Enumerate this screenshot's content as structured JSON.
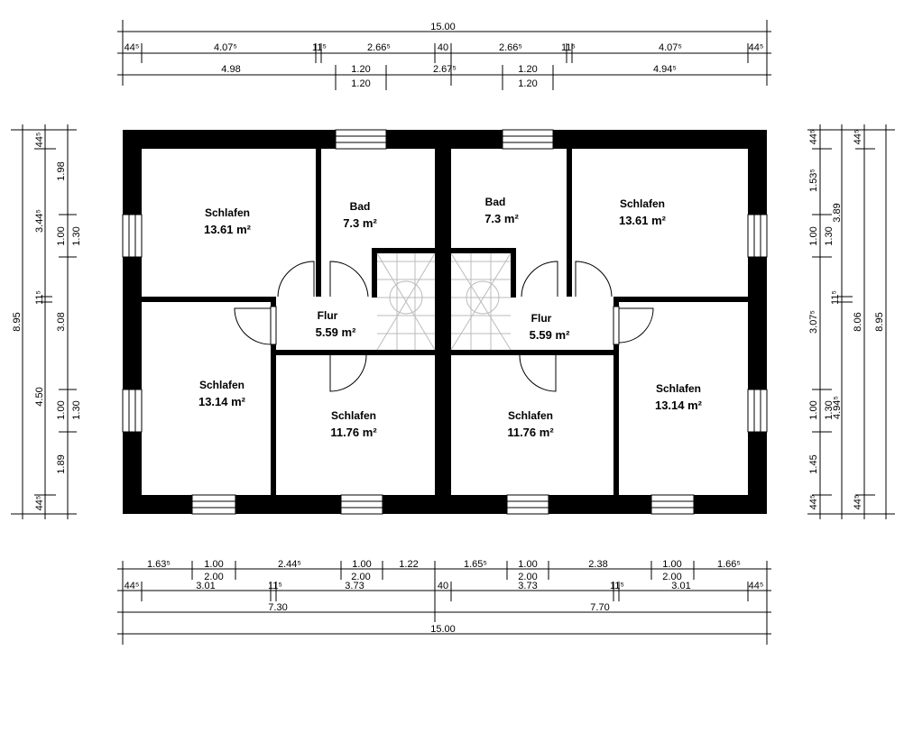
{
  "plan": {
    "rooms": [
      {
        "name": "Schlafen",
        "area": "13.61 m²"
      },
      {
        "name": "Bad",
        "area": "7.3 m²"
      },
      {
        "name": "Bad",
        "area": "7.3 m²"
      },
      {
        "name": "Schlafen",
        "area": "13.61 m²"
      },
      {
        "name": "Flur",
        "area": "5.59 m²"
      },
      {
        "name": "Flur",
        "area": "5.59 m²"
      },
      {
        "name": "Schlafen",
        "area": "13.14 m²"
      },
      {
        "name": "Schlafen",
        "area": "11.76 m²"
      },
      {
        "name": "Schlafen",
        "area": "11.76 m²"
      },
      {
        "name": "Schlafen",
        "area": "13.14 m²"
      }
    ],
    "wall_color": "#000000"
  },
  "dims": {
    "top": [
      "15.00",
      "44⁵",
      "4.07⁵",
      "11⁵",
      "2.66⁵",
      "40",
      "2.66⁵",
      "11⁵",
      "4.07⁵",
      "44⁵",
      "4.98",
      "1.20",
      "2.67⁵",
      "1.20",
      "4.94⁵",
      "1.20",
      "1.20"
    ],
    "bottom": [
      "1.63⁵",
      "1.00",
      "2.44⁵",
      "1.00",
      "1.22",
      "1.65⁵",
      "1.00",
      "2.38",
      "1.00",
      "1.66⁵",
      "2.00",
      "2.00",
      "2.00",
      "2.00",
      "44⁵",
      "3.01",
      "11⁵",
      "3.73",
      "40",
      "3.73",
      "11⁵",
      "3.01",
      "44⁵",
      "7.30",
      "7.70",
      "15.00"
    ],
    "left": [
      "8.95",
      "44⁵",
      "3.44⁵",
      "11⁵",
      "4.50",
      "44⁵",
      "1.98",
      "1.00",
      "3.08",
      "1.00",
      "1.89",
      "1.30",
      "1.30"
    ],
    "right": [
      "44⁵",
      "1.53⁵",
      "1.00",
      "3.07⁵",
      "1.00",
      "1.45",
      "44⁵",
      "1.30",
      "11⁵",
      "1.30",
      "4.94⁵",
      "3.89",
      "44⁵",
      "8.06",
      "44⁵",
      "8.95"
    ]
  }
}
